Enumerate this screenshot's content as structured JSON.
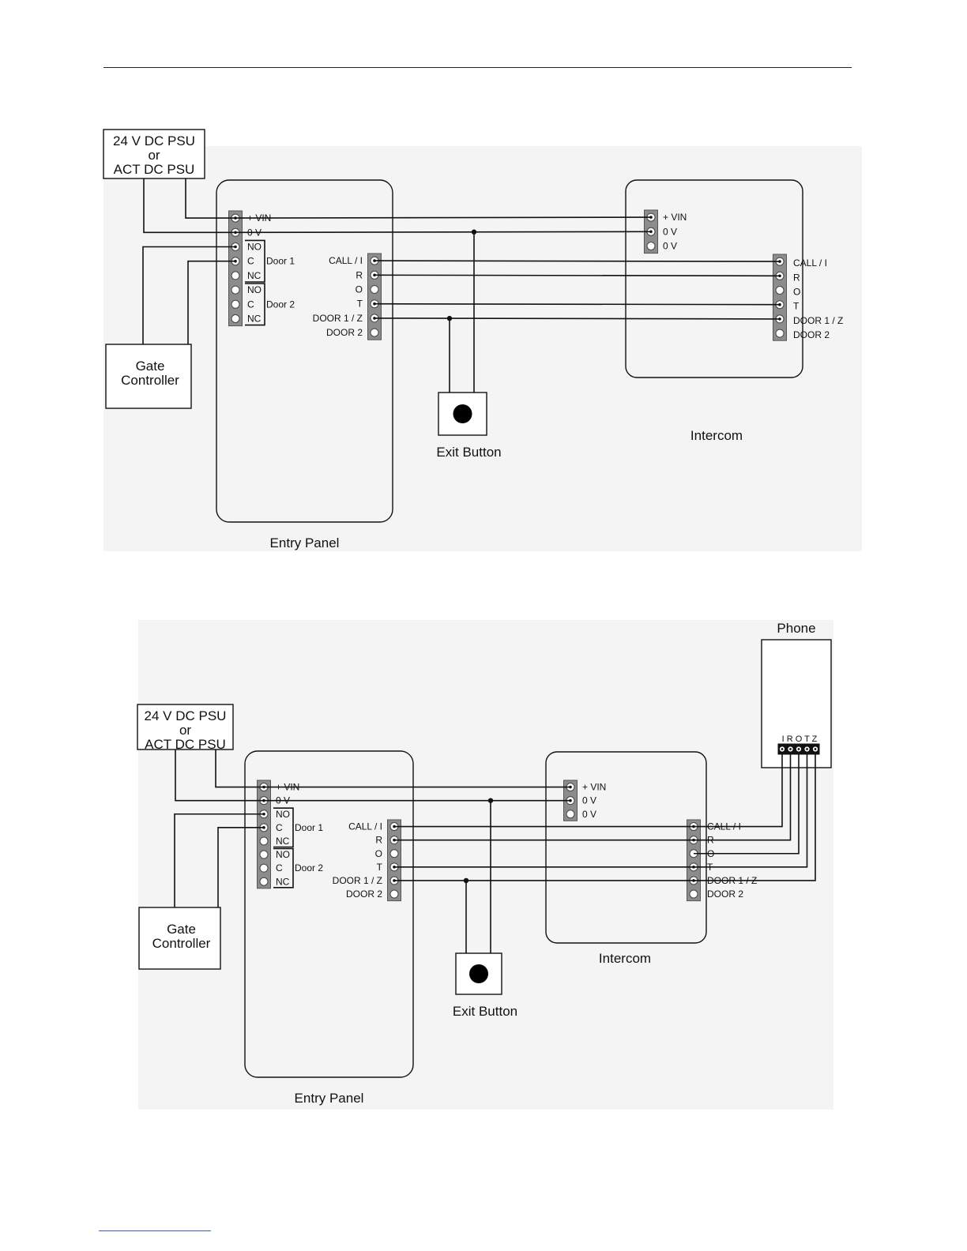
{
  "diagrams": [
    {
      "psu": [
        "24 V DC PSU",
        "or",
        "ACT DC PSU"
      ],
      "gate": [
        "Gate",
        "Controller"
      ],
      "entry_left_terms": [
        "+ VIN",
        "0 V",
        "NO",
        "C",
        "NC",
        "NO",
        "C",
        "NC"
      ],
      "door_groups": [
        "Door 1",
        "Door 2"
      ],
      "entry_right_terms": [
        "CALL / I",
        "R",
        "O",
        "T",
        "DOOR 1 / Z",
        "DOOR 2"
      ],
      "entry_label": "Entry Panel",
      "intercom_power_terms": [
        "+ VIN",
        "0 V",
        "0 V"
      ],
      "intercom_terms": [
        "CALL / I",
        "R",
        "O",
        "T",
        "DOOR 1 / Z",
        "DOOR 2"
      ],
      "intercom_label": "Intercom",
      "exit_label": "Exit Button"
    },
    {
      "psu": [
        "24 V DC PSU",
        "or",
        "ACT DC PSU"
      ],
      "gate": [
        "Gate",
        "Controller"
      ],
      "entry_left_terms": [
        "+ VIN",
        "0 V",
        "NO",
        "C",
        "NC",
        "NO",
        "C",
        "NC"
      ],
      "door_groups": [
        "Door 1",
        "Door 2"
      ],
      "entry_right_terms": [
        "CALL / I",
        "R",
        "O",
        "T",
        "DOOR 1 / Z",
        "DOOR 2"
      ],
      "entry_label": "Entry Panel",
      "intercom_power_terms": [
        "+ VIN",
        "0 V",
        "0 V"
      ],
      "intercom_terms": [
        "CALL / I",
        "R",
        "O",
        "T",
        "DOOR 1 / Z",
        "DOOR 2"
      ],
      "intercom_label": "Intercom",
      "exit_label": "Exit Button",
      "phone_label": "Phone",
      "phone_terms": "I R O T Z"
    }
  ]
}
